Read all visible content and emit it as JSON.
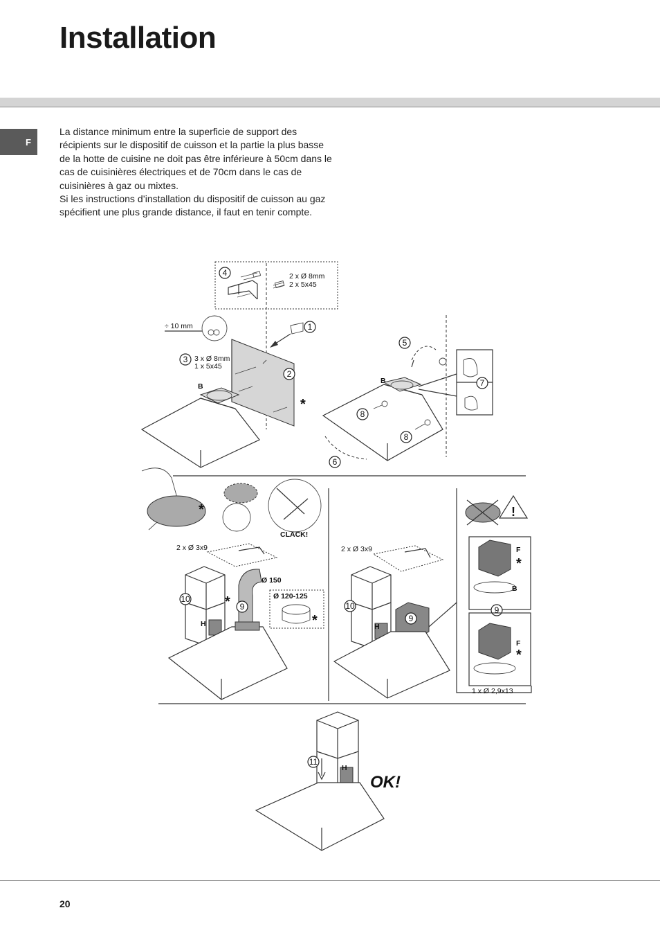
{
  "header": {
    "title": "Installation"
  },
  "language_tab": "F",
  "body": {
    "paragraph1": "La distance minimum entre la superficie de support des récipients sur le dispositif de cuisson et la partie la plus basse de la hotte de cuisine ne doit pas être inférieure à 50cm dans le cas de cuisinières électriques  et de 70cm dans le cas de cuisinières à gaz ou mixtes.",
    "paragraph2": "Si les instructions d’installation du dispositif de cuisson au gaz spécifient une plus grande distance, il faut en tenir compte."
  },
  "figure": {
    "steps": [
      "1",
      "2",
      "3",
      "4",
      "5",
      "6",
      "7",
      "8",
      "8",
      "9",
      "9",
      "10",
      "10",
      "11",
      "9"
    ],
    "labels": {
      "spec_4_line1": "2 x Ø 8mm",
      "spec_4_line2": "2 x 5x45",
      "dist": "÷ 10 mm",
      "spec_3_line1": "3 x Ø 8mm",
      "spec_3_line2": "1 x 5x45",
      "letter_b": "B",
      "letter_h": "H",
      "letter_f": "F",
      "clack": "CLACK!",
      "screws_left": "2 x Ø 3x9",
      "screws_right": "2 x Ø 3x9",
      "dia_150": "Ø 150",
      "dia_120": "Ø 120-125",
      "screw_small": "1 x Ø 2,9x13",
      "ok": "OK!",
      "asterisk": "*",
      "warning": "!"
    }
  },
  "footer": {
    "page_number": "20"
  }
}
